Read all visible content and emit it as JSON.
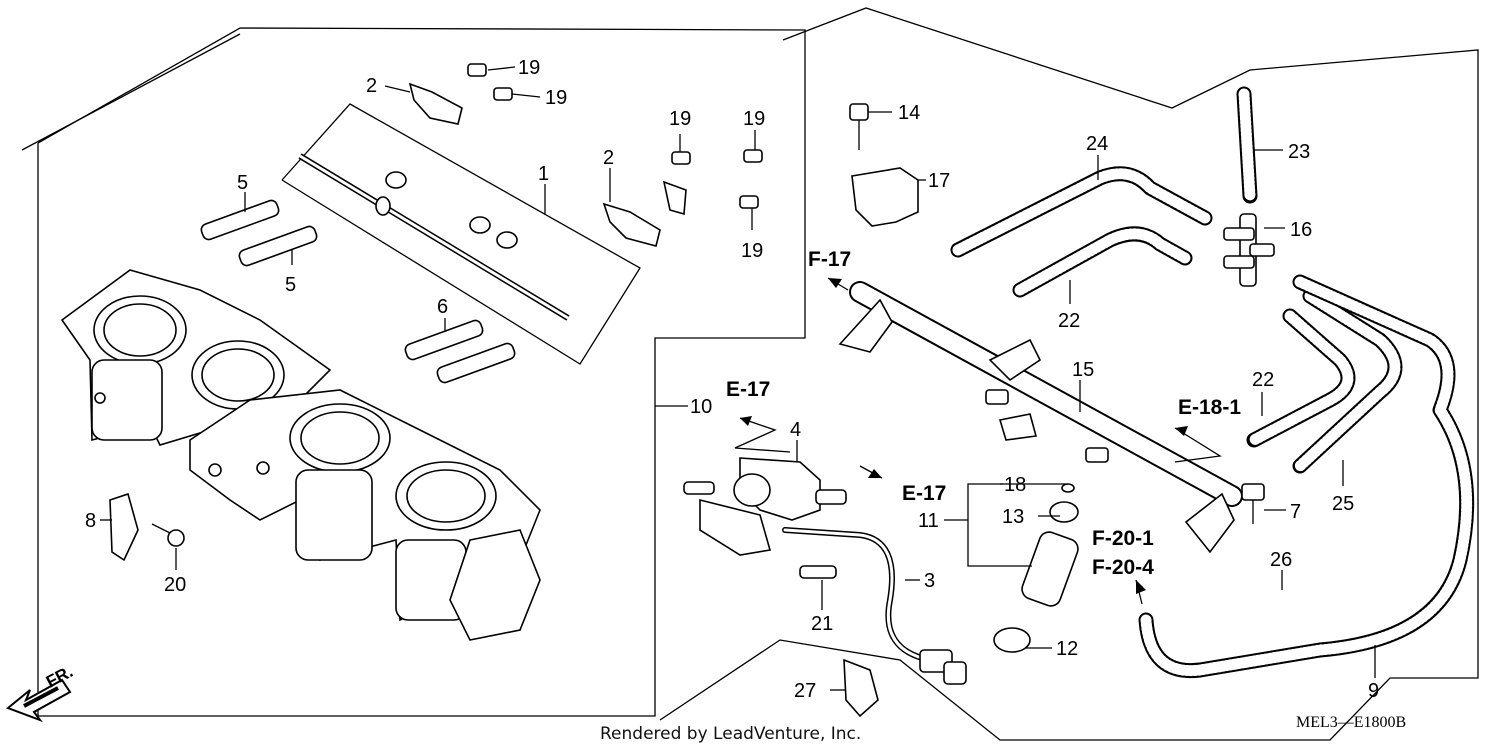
{
  "diagram": {
    "callouts": [
      "1",
      "2",
      "2",
      "3",
      "4",
      "5",
      "5",
      "6",
      "7",
      "8",
      "9",
      "10",
      "11",
      "12",
      "13",
      "14",
      "15",
      "16",
      "17",
      "18",
      "19",
      "19",
      "19",
      "19",
      "19",
      "20",
      "21",
      "22",
      "22",
      "23",
      "24",
      "25",
      "26",
      "27"
    ],
    "references": [
      "F-17",
      "E-17",
      "E-17",
      "E-18-1",
      "F-20-1",
      "F-20-4"
    ],
    "direction_label": "FR.",
    "diagram_code": "MEL3—E1800B",
    "credit": "Rendered by LeadVenture, Inc."
  }
}
